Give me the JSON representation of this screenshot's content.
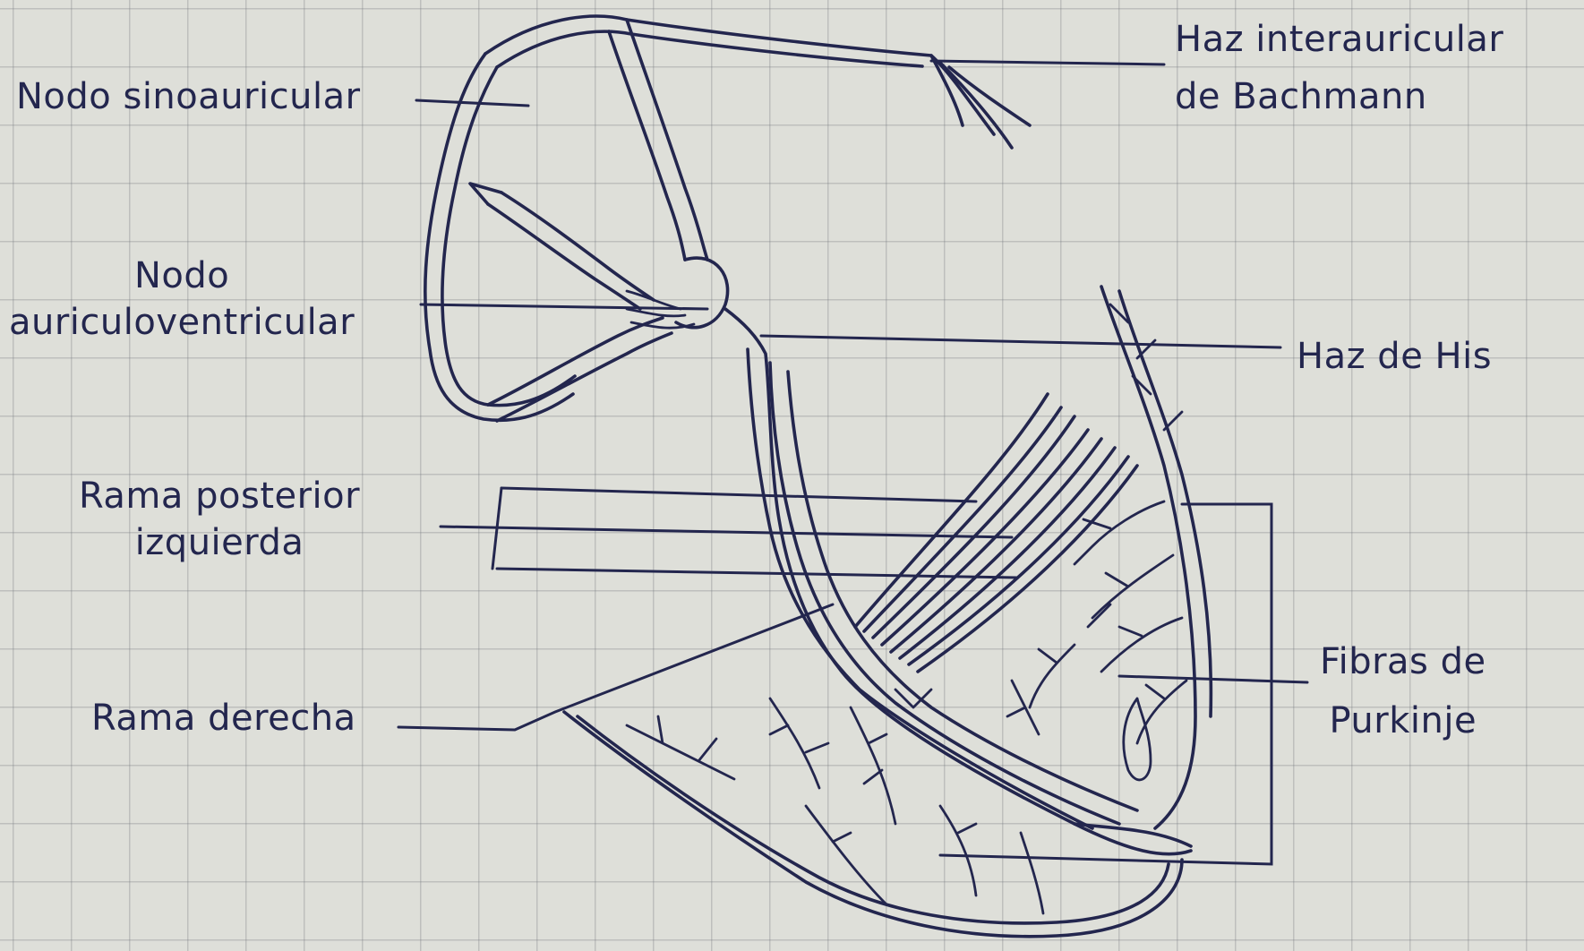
{
  "labels": {
    "sinoatrial_node": "Nodo sinoauricular",
    "bachmann": [
      "Haz interauricular",
      "de Bachmann"
    ],
    "av_node": [
      "Nodo",
      "auriculoventricular"
    ],
    "his_bundle": "Haz de His",
    "left_posterior_branch": [
      "Rama posterior",
      "izquierda"
    ],
    "purkinje": [
      "Fibras de",
      "Purkinje"
    ],
    "right_branch": "Rama derecha"
  },
  "colors": {
    "ink": "#23264e",
    "paper": "#dedfd9",
    "grid": "#7c8086"
  }
}
